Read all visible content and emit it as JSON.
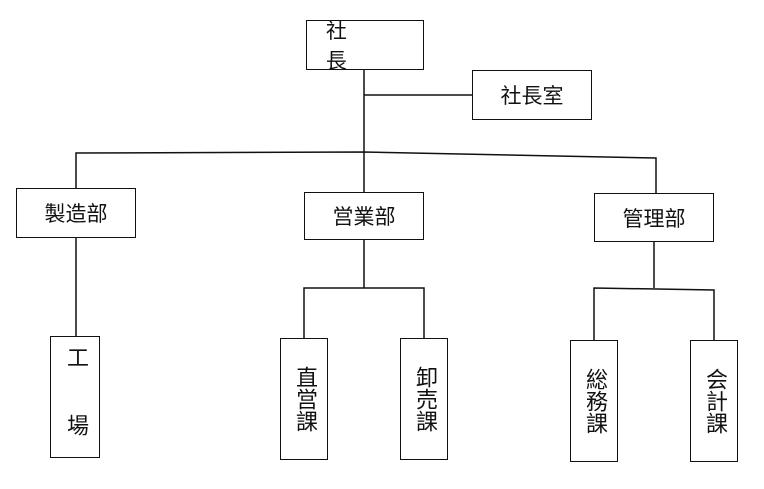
{
  "org_chart": {
    "president": "社　長",
    "presidents_office": "社長室",
    "divisions": [
      {
        "name": "製造部",
        "sections": [
          "工　場"
        ]
      },
      {
        "name": "営業部",
        "sections": [
          "直営課",
          "卸売課"
        ]
      },
      {
        "name": "管理部",
        "sections": [
          "総務課",
          "会計課"
        ]
      }
    ]
  }
}
